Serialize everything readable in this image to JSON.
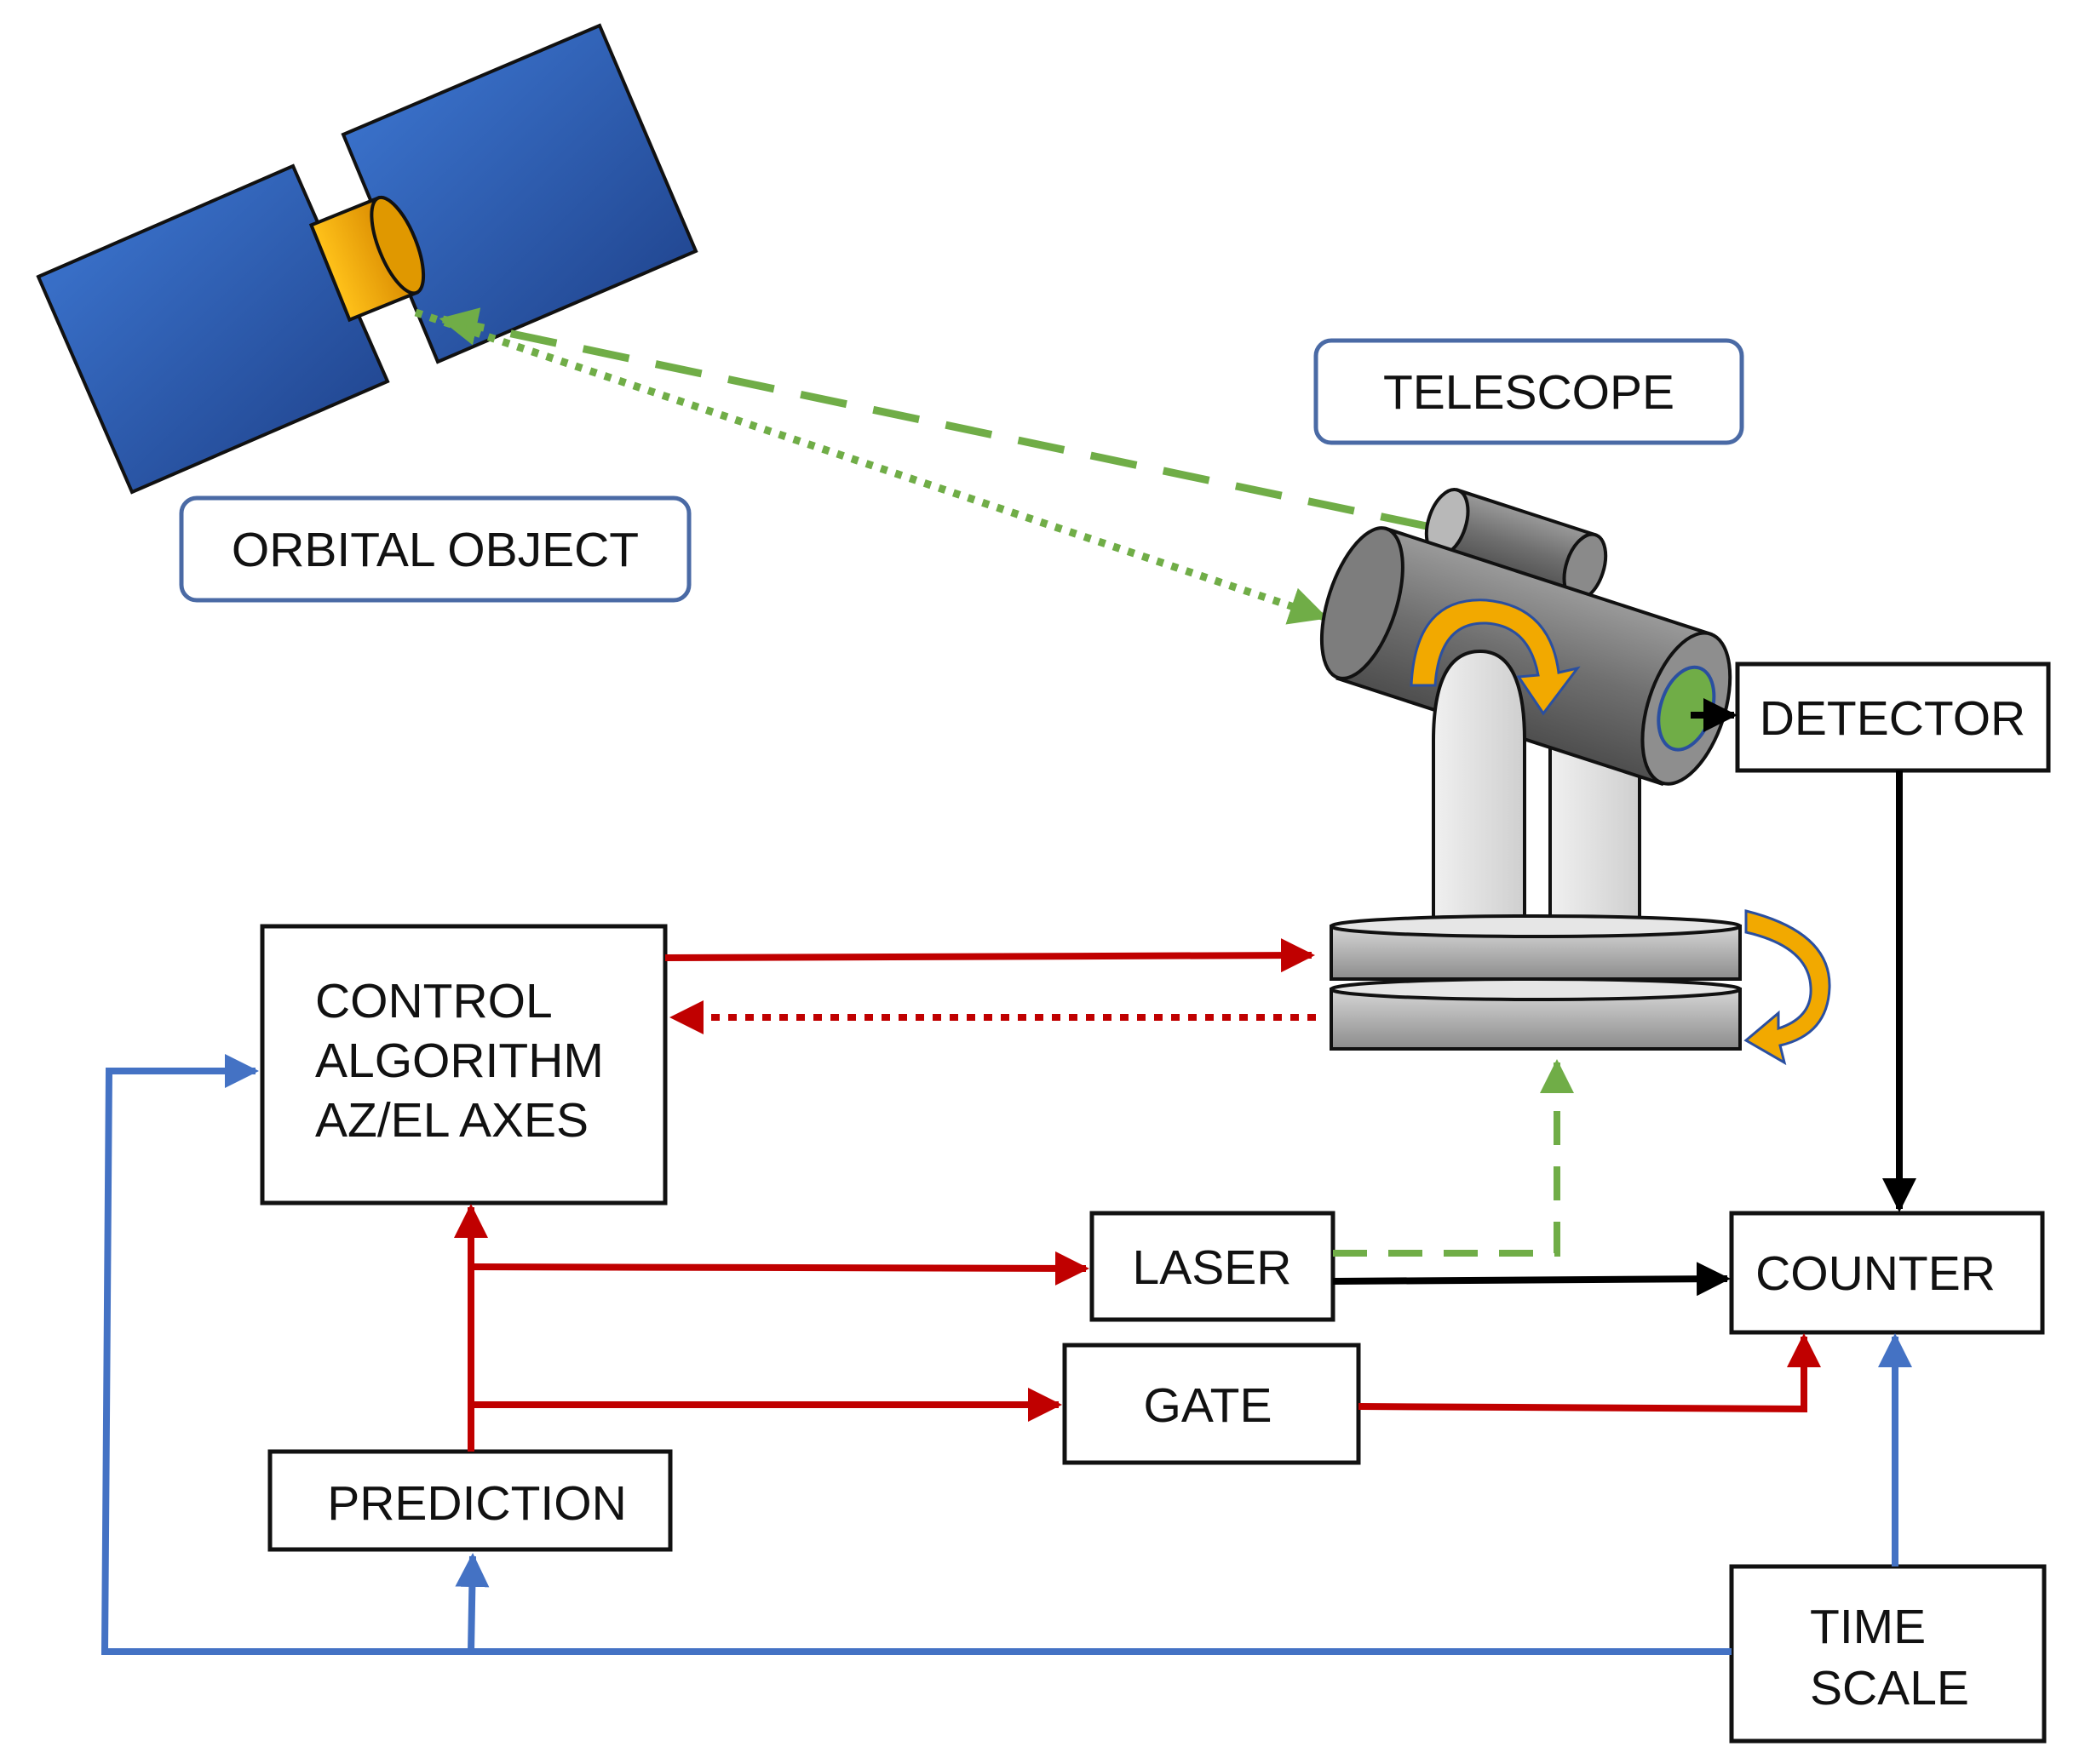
{
  "labels": {
    "orbital_object": "ORBITAL OBJECT",
    "telescope": "TELESCOPE",
    "detector": "DETECTOR",
    "control_line1": "CONTROL",
    "control_line2": "ALGORITHM",
    "control_line3": "AZ/EL AXES",
    "laser": "LASER",
    "counter": "COUNTER",
    "gate": "GATE",
    "prediction": "PREDICTION",
    "time_line1": "TIME",
    "time_line2": "SCALE"
  },
  "colors": {
    "control_signal": "#c00000",
    "time_signal": "#4472c4",
    "laser_beam": "#70ad47",
    "data_signal": "#000000",
    "solar_panel": "#2e5fb0",
    "satellite_body": "#f2a900",
    "rotation_arrow": "#f2a900",
    "label_border": "#4a6aa5"
  },
  "icons": {
    "satellite": "satellite-icon",
    "telescope": "telescope-icon",
    "azimuth_rotation": "rotation-arrow-icon",
    "elevation_rotation": "rotation-arrow-icon"
  }
}
